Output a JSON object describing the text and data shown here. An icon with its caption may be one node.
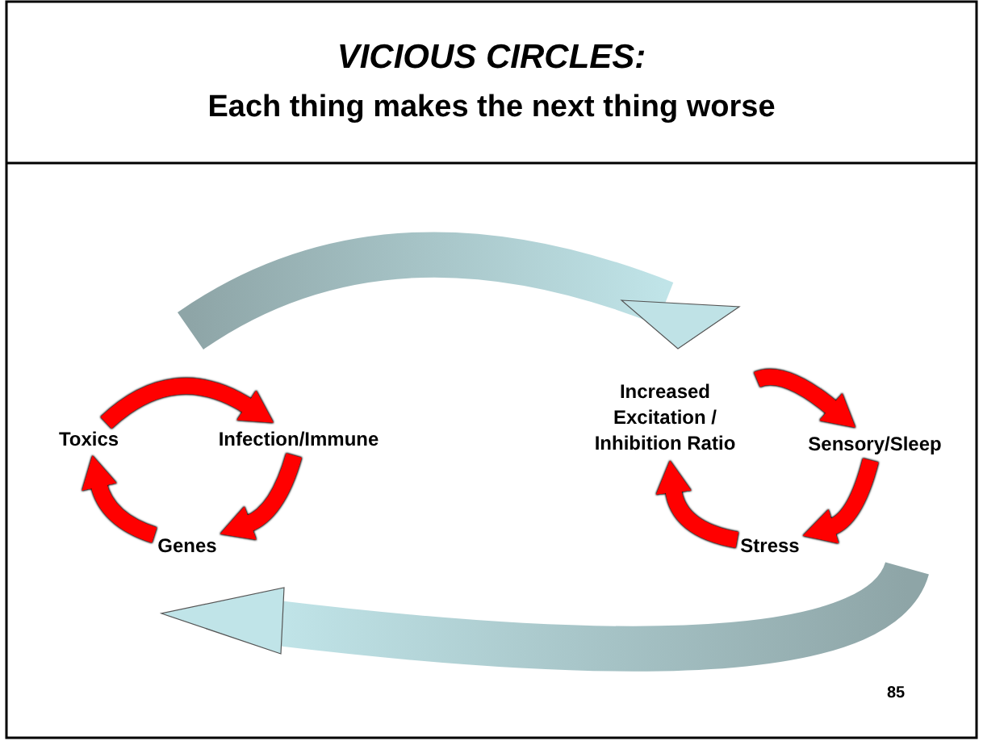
{
  "diagram": {
    "title": "VICIOUS CIRCLES:",
    "nodes": [
      {
        "text": [
          "Toxics"
        ]
      },
      {
        "text": [
          "Infection/Immune"
        ]
      },
      {
        "text": [
          "Genes"
        ]
      },
      {
        "text": [
          "Increased Excitation / Inhibition Ratio"
        ]
      },
      {
        "text": [
          "Sensory/Sleep"
        ]
      },
      {
        "text": [
          "Stress"
        ]
      }
    ],
    "edges": [
      {
        "from": 0,
        "to": 1,
        "arrow": "to"
      },
      {
        "from": 1,
        "to": 2,
        "arrow": "to"
      },
      {
        "from": 2,
        "to": 0,
        "arrow": "to"
      },
      {
        "from": 3,
        "to": 4,
        "arrow": "to"
      },
      {
        "from": 4,
        "to": 5,
        "arrow": "to"
      },
      {
        "from": 5,
        "to": 3,
        "arrow": "to"
      }
    ],
    "labels": [
      "Each thing makes the next thing worse",
      "85"
    ]
  }
}
